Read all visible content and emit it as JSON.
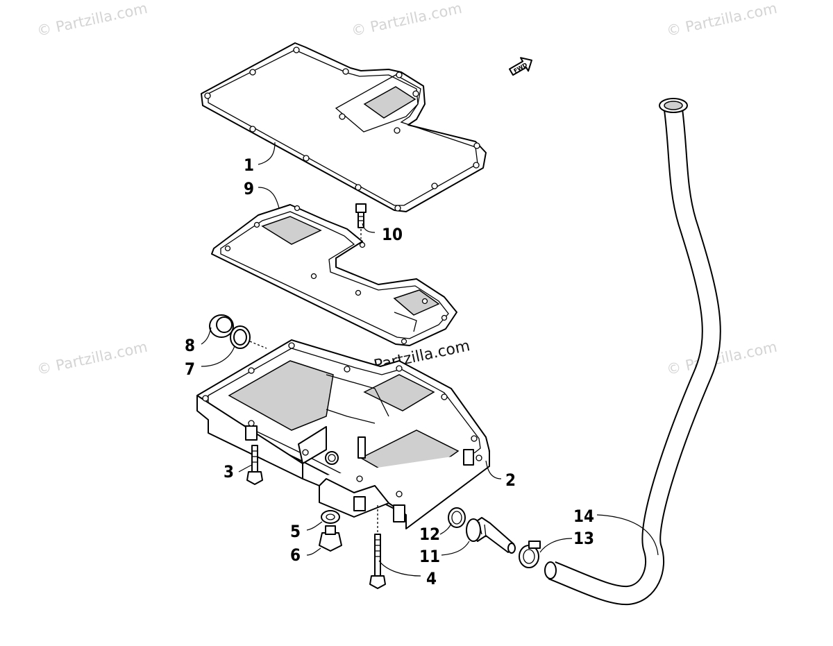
{
  "watermarks": {
    "top_left": "© Partzilla.com",
    "top_center": "© Partzilla.com",
    "top_right": "© Partzilla.com",
    "mid_left": "© Partzilla.com",
    "mid_right": "© Partzilla.com",
    "center": "© Partzilla.com"
  },
  "fwd_arrow": {
    "label": "FWD"
  },
  "callouts": [
    {
      "id": "1",
      "label": "1"
    },
    {
      "id": "2",
      "label": "2"
    },
    {
      "id": "3",
      "label": "3"
    },
    {
      "id": "4",
      "label": "4"
    },
    {
      "id": "5",
      "label": "5"
    },
    {
      "id": "6",
      "label": "6"
    },
    {
      "id": "7",
      "label": "7"
    },
    {
      "id": "8",
      "label": "8"
    },
    {
      "id": "9",
      "label": "9"
    },
    {
      "id": "10",
      "label": "10"
    },
    {
      "id": "11",
      "label": "11"
    },
    {
      "id": "12",
      "label": "12"
    },
    {
      "id": "13",
      "label": "13"
    },
    {
      "id": "14",
      "label": "14"
    }
  ]
}
